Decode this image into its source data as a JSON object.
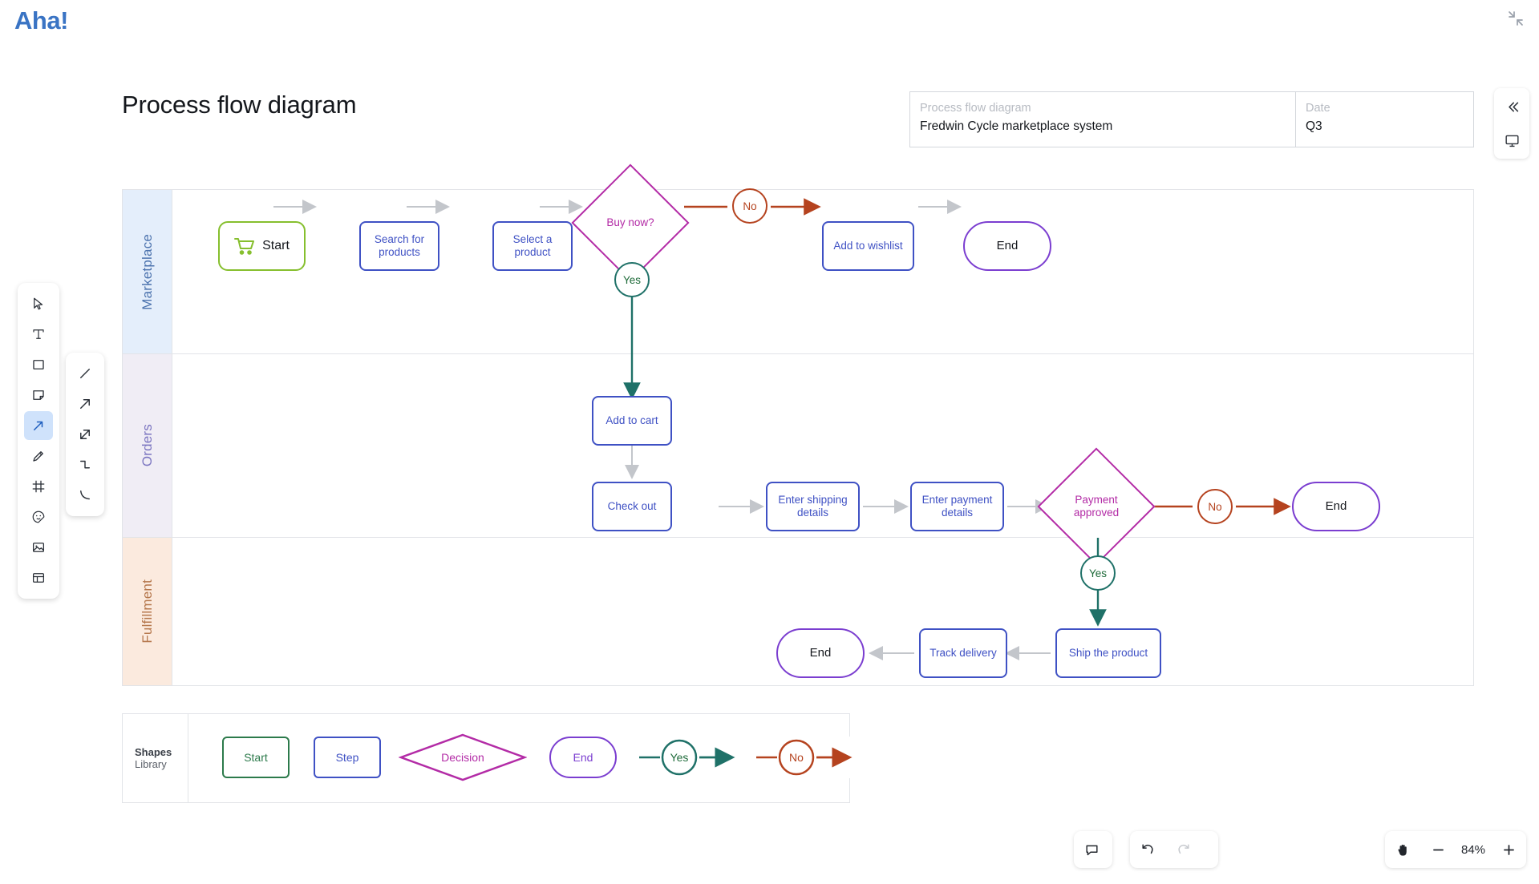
{
  "brand": {
    "logo_text": "Aha!"
  },
  "header": {
    "page_title": "Process flow diagram",
    "meta": {
      "name_label": "Process flow diagram",
      "name_value": "Fredwin Cycle marketplace system",
      "date_label": "Date",
      "date_value": "Q3"
    }
  },
  "toolbar": {
    "main_tools": [
      {
        "name": "select-tool",
        "icon": "cursor-icon",
        "active": false
      },
      {
        "name": "text-tool",
        "icon": "text-icon",
        "active": false
      },
      {
        "name": "shape-tool",
        "icon": "rectangle-icon",
        "active": false
      },
      {
        "name": "sticky-note-tool",
        "icon": "sticky-note-icon",
        "active": false
      },
      {
        "name": "connector-tool",
        "icon": "arrow-icon",
        "active": true
      },
      {
        "name": "pen-tool",
        "icon": "pencil-icon",
        "active": false
      },
      {
        "name": "frame-tool",
        "icon": "frame-icon",
        "active": false
      },
      {
        "name": "sticker-tool",
        "icon": "emoji-icon",
        "active": false
      },
      {
        "name": "image-tool",
        "icon": "image-icon",
        "active": false
      },
      {
        "name": "template-tool",
        "icon": "layout-icon",
        "active": false
      }
    ],
    "connector_styles": [
      {
        "name": "line-straight",
        "icon": "line-icon"
      },
      {
        "name": "line-arrow",
        "icon": "arrow-icon"
      },
      {
        "name": "line-double-arrow",
        "icon": "double-arrow-icon"
      },
      {
        "name": "line-elbow",
        "icon": "elbow-icon"
      },
      {
        "name": "line-curved",
        "icon": "curve-icon"
      }
    ]
  },
  "right_rail": [
    {
      "name": "collapse-panel-button",
      "icon": "chevrons-left-icon"
    },
    {
      "name": "presentation-button",
      "icon": "presentation-icon"
    }
  ],
  "diagram": {
    "lanes": [
      {
        "label": "Marketplace",
        "bg": "#e4eefb",
        "text_color": "#4c73ae"
      },
      {
        "label": "Orders",
        "bg": "#f0edf5",
        "text_color": "#7a74c0"
      },
      {
        "label": "Fulfillment",
        "bg": "#fbeade",
        "text_color": "#b5774c"
      }
    ],
    "nodes": {
      "start": "Start",
      "search_for_products": "Search for products",
      "select_a_product": "Select a product",
      "buy_now": "Buy now?",
      "no_1": "No",
      "add_to_wishlist": "Add to wishlist",
      "end_1": "End",
      "yes_1": "Yes",
      "add_to_cart": "Add to cart",
      "check_out": "Check out",
      "enter_shipping_details": "Enter shipping details",
      "enter_payment_details": "Enter payment details",
      "payment_approved": "Payment approved",
      "no_2": "No",
      "end_2": "End",
      "yes_2": "Yes",
      "ship_the_product": "Ship the product",
      "track_delivery": "Track delivery",
      "end_3": "End"
    },
    "colors": {
      "start": "#86bf2e",
      "step": "#3f51c4",
      "decision": "#b32ba6",
      "end": "#7b3ed0",
      "yes": "#1f7168",
      "no": "#b5431f",
      "default_connector": "#c3c6cb"
    }
  },
  "library": {
    "title": "Shapes",
    "subtitle": "Library",
    "shapes": [
      {
        "name": "start",
        "label": "Start"
      },
      {
        "name": "step",
        "label": "Step"
      },
      {
        "name": "decision",
        "label": "Decision"
      },
      {
        "name": "end",
        "label": "End"
      },
      {
        "name": "yes",
        "label": "Yes"
      },
      {
        "name": "no",
        "label": "No"
      }
    ]
  },
  "controls": {
    "comment_label": "comment-icon",
    "undo_label": "undo-icon",
    "redo_label": "redo-icon",
    "pan_label": "hand-icon",
    "zoom_out_label": "minus-icon",
    "zoom_level": "84%",
    "zoom_in_label": "plus-icon"
  }
}
